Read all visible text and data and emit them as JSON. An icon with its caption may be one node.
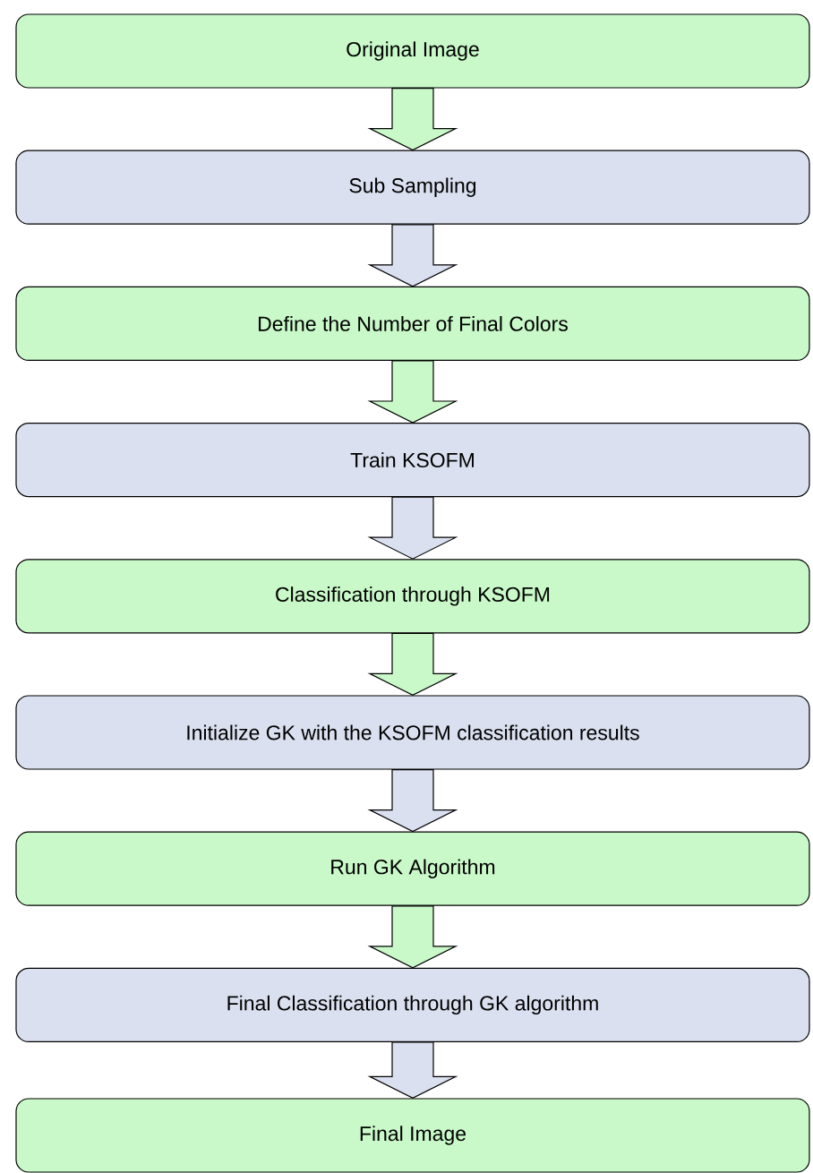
{
  "diagram": {
    "nodes": [
      {
        "text": [
          "Original Image"
        ]
      },
      {
        "text": [
          "Sub Sampling"
        ]
      },
      {
        "text": [
          "Define the Number of Final Colors"
        ]
      },
      {
        "text": [
          "Train KSOFM"
        ]
      },
      {
        "text": [
          "Classification through KSOFM"
        ]
      },
      {
        "text": [
          "Initialize GK with the KSOFM classification results"
        ]
      },
      {
        "text": [
          "Run GK Algorithm"
        ]
      },
      {
        "text": [
          "Final Classification through GK algorithm"
        ]
      },
      {
        "text": [
          "Final Image"
        ]
      }
    ],
    "edges": [
      {
        "from": 0,
        "to": 1,
        "arrow": "to"
      },
      {
        "from": 1,
        "to": 2,
        "arrow": "to"
      },
      {
        "from": 2,
        "to": 3,
        "arrow": "to"
      },
      {
        "from": 3,
        "to": 4,
        "arrow": "to"
      },
      {
        "from": 4,
        "to": 5,
        "arrow": "to"
      },
      {
        "from": 5,
        "to": 6,
        "arrow": "to"
      },
      {
        "from": 6,
        "to": 7,
        "arrow": "to"
      },
      {
        "from": 7,
        "to": 8,
        "arrow": "to"
      }
    ]
  }
}
